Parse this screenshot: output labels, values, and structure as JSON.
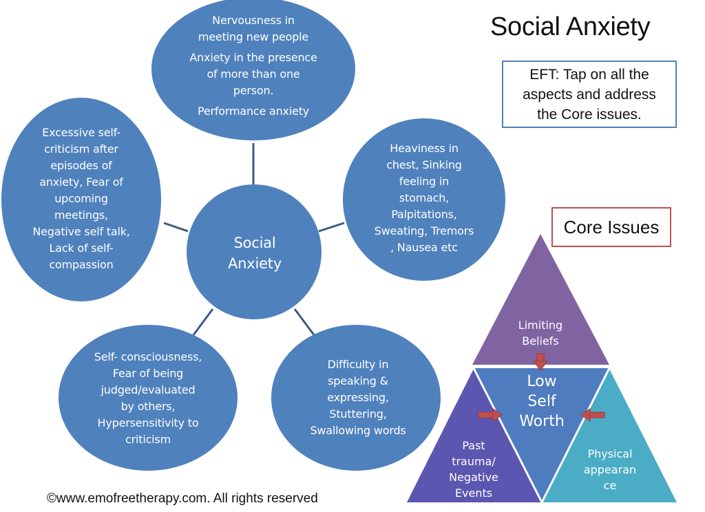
{
  "title": "Social Anxiety",
  "eft_note": {
    "lines": [
      "EFT: Tap on all the",
      "aspects and address",
      "the Core issues."
    ]
  },
  "colors": {
    "node_fill": "#4f81bd",
    "connector": "#3b5a85",
    "eft_border": "#4f81bd",
    "core_border": "#c0504d",
    "limiting_beliefs": "#8064a2",
    "low_self_worth": "#4f7bbf",
    "past_trauma": "#5b56b0",
    "physical_appearance": "#4bacc6",
    "arrow": "#c0504d"
  },
  "mind_map": {
    "center": {
      "lines": [
        "Social",
        "Anxiety"
      ]
    },
    "nodes": {
      "top": {
        "groups": [
          [
            "Nervousness in",
            "meeting new people"
          ],
          [
            "Anxiety in the presence",
            "of more than one",
            "person."
          ],
          [
            "Performance anxiety"
          ]
        ]
      },
      "left": {
        "lines": [
          "Excessive  self-",
          "criticism after",
          "episodes of",
          "anxiety, Fear of",
          "upcoming",
          "meetings,",
          "Negative self talk,",
          "Lack of  self-",
          "compassion"
        ]
      },
      "right": {
        "lines": [
          "Heaviness in",
          "chest, Sinking",
          "feeling in",
          "stomach,",
          "Palpitations,",
          "Sweating, Tremors",
          ", Nausea etc"
        ]
      },
      "bottom_left": {
        "lines": [
          "Self- consciousness,",
          "Fear of being",
          "judged/evaluated",
          "by others,",
          "Hypersensitivity to",
          "criticism"
        ]
      },
      "bottom_right": {
        "lines": [
          "Difficulty in",
          "speaking &",
          "expressing,",
          "Stuttering,",
          "Swallowing words"
        ]
      }
    }
  },
  "core_issues": {
    "label": "Core Issues",
    "limiting_beliefs": [
      "Limiting",
      "Beliefs"
    ],
    "low_self_worth": [
      "Low",
      "Self",
      "Worth"
    ],
    "past_trauma": [
      "Past",
      "trauma/",
      "Negative",
      "Events"
    ],
    "physical_appearance": [
      "Physical",
      "appearan",
      "ce"
    ]
  },
  "footer": "©www.emofreetherapy.com.  All rights reserved"
}
